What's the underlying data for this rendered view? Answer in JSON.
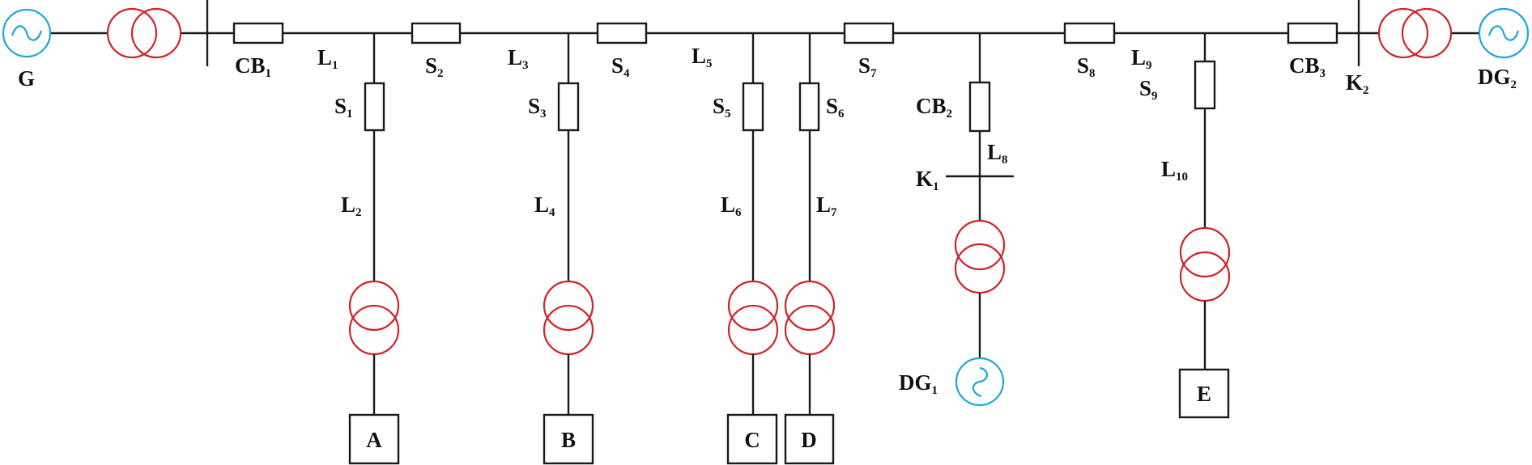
{
  "title": "Distribution network single-line diagram",
  "colors": {
    "line": "#1a1a1a",
    "transformer": "#d0232b",
    "generator": "#1fa5dc"
  },
  "sources": {
    "main": {
      "base": "G",
      "sub": "",
      "icon": "ac-generator-icon"
    },
    "dg1": {
      "base": "DG",
      "sub": "1",
      "icon": "ac-generator-icon"
    },
    "dg2": {
      "base": "DG",
      "sub": "2",
      "icon": "ac-generator-icon"
    }
  },
  "breakers": {
    "cb1": {
      "base": "CB",
      "sub": "1"
    },
    "cb2": {
      "base": "CB",
      "sub": "2"
    },
    "cb3": {
      "base": "CB",
      "sub": "3"
    }
  },
  "switches": {
    "s1": {
      "base": "S",
      "sub": "1"
    },
    "s2": {
      "base": "S",
      "sub": "2"
    },
    "s3": {
      "base": "S",
      "sub": "3"
    },
    "s4": {
      "base": "S",
      "sub": "4"
    },
    "s5": {
      "base": "S",
      "sub": "5"
    },
    "s6": {
      "base": "S",
      "sub": "6"
    },
    "s7": {
      "base": "S",
      "sub": "7"
    },
    "s8": {
      "base": "S",
      "sub": "8"
    },
    "s9": {
      "base": "S",
      "sub": "9"
    }
  },
  "lines": {
    "l1": {
      "base": "L",
      "sub": "1"
    },
    "l2": {
      "base": "L",
      "sub": "2"
    },
    "l3": {
      "base": "L",
      "sub": "3"
    },
    "l4": {
      "base": "L",
      "sub": "4"
    },
    "l5": {
      "base": "L",
      "sub": "5"
    },
    "l6": {
      "base": "L",
      "sub": "6"
    },
    "l7": {
      "base": "L",
      "sub": "7"
    },
    "l8": {
      "base": "L",
      "sub": "8"
    },
    "l9": {
      "base": "L",
      "sub": "9"
    },
    "l10": {
      "base": "L",
      "sub": "10"
    }
  },
  "fault_points": {
    "k1": {
      "base": "K",
      "sub": "1"
    },
    "k2": {
      "base": "K",
      "sub": "2"
    }
  },
  "loads": {
    "a": "A",
    "b": "B",
    "c": "C",
    "d": "D",
    "e": "E"
  }
}
